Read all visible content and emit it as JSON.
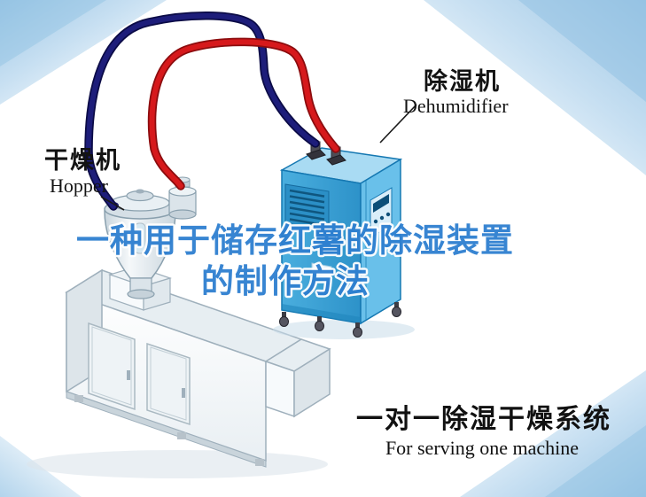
{
  "callouts": {
    "hopper": {
      "zh": "干燥机",
      "en": "Hopper"
    },
    "dehumidifier": {
      "zh": "除湿机",
      "en": "Dehumidifier"
    }
  },
  "caption": {
    "zh": "一对一除湿干燥系统",
    "en": "For serving one machine"
  },
  "watermark": {
    "line1": "一种用于储存红薯的除湿装置",
    "line2": "的制作方法"
  },
  "colors": {
    "watermark_blue": "#2e7fd0",
    "machine_blue_front": "#3ba3d8",
    "machine_blue_side": "#69c0ea",
    "machine_blue_top": "#a9dbf3",
    "pipe_navy": "#1d1d7a",
    "pipe_red": "#d6191c",
    "corner_tint": "#9cc6e5",
    "label_text": "#131313"
  }
}
